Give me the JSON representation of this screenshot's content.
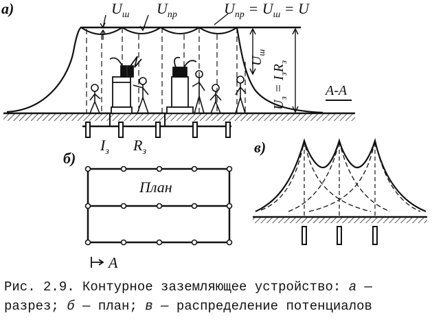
{
  "panels": {
    "a": {
      "tag": "а)"
    },
    "b": {
      "tag": "б)",
      "plan_label": "План",
      "section_marker": "A"
    },
    "v": {
      "tag": "в)"
    }
  },
  "labels": {
    "u_step": "U",
    "u_step_sub": "ш",
    "u_touch": "U",
    "u_touch_sub": "пр",
    "u_equation": "U",
    "u_equation_sub1": "пр",
    "u_equation_mid": " = U",
    "u_equation_sub2": "ш",
    "u_equation_tail": " = U",
    "u_vertical": "U",
    "u_vertical_sub": "ш",
    "u3_formula_main": "U",
    "u3_formula_sub1": "з",
    "u3_formula_mid": " = I",
    "u3_formula_sub2": "з",
    "u3_formula_R": "R",
    "u3_formula_sub3": "з",
    "current": "I",
    "current_sub": "з",
    "resistance": "R",
    "resistance_sub": "з",
    "section": "A-A"
  },
  "caption": {
    "line1": "Рис. 2.9. Контурное заземляющее устройство:",
    "a_letter": "а",
    "line1_end": " —",
    "line2_a": "разрез; ",
    "b_letter": "б",
    "line2_b": " — план; ",
    "v_letter": "в",
    "line2_c": " — распределение потенциалов"
  }
}
